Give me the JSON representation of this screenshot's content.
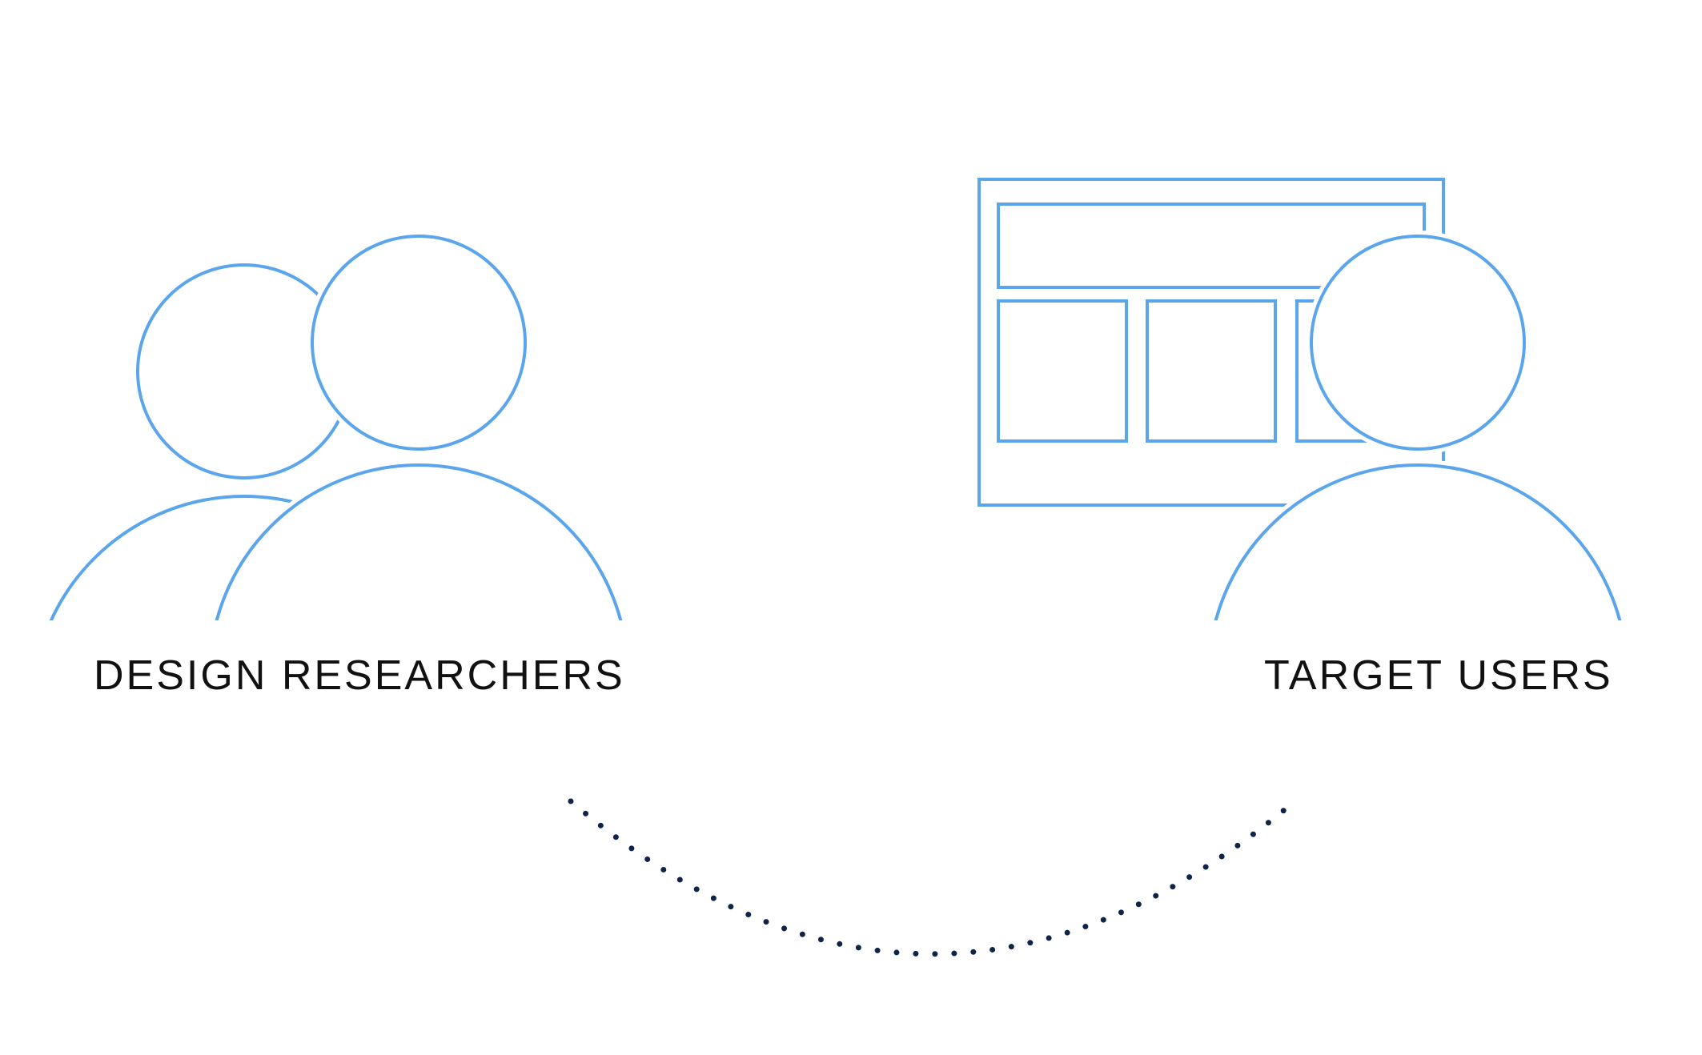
{
  "labels": {
    "left": "DESIGN RESEARCHERS",
    "right": "TARGET USERS"
  },
  "icons": {
    "researchers": "two-person-icon",
    "user": "person-icon",
    "screen": "browser-wireframe-icon",
    "connector": "dotted-arc-connector"
  },
  "colors": {
    "stroke": "#5aa5eb",
    "dots": "#0f2447",
    "text": "#111111",
    "background": "#ffffff"
  }
}
